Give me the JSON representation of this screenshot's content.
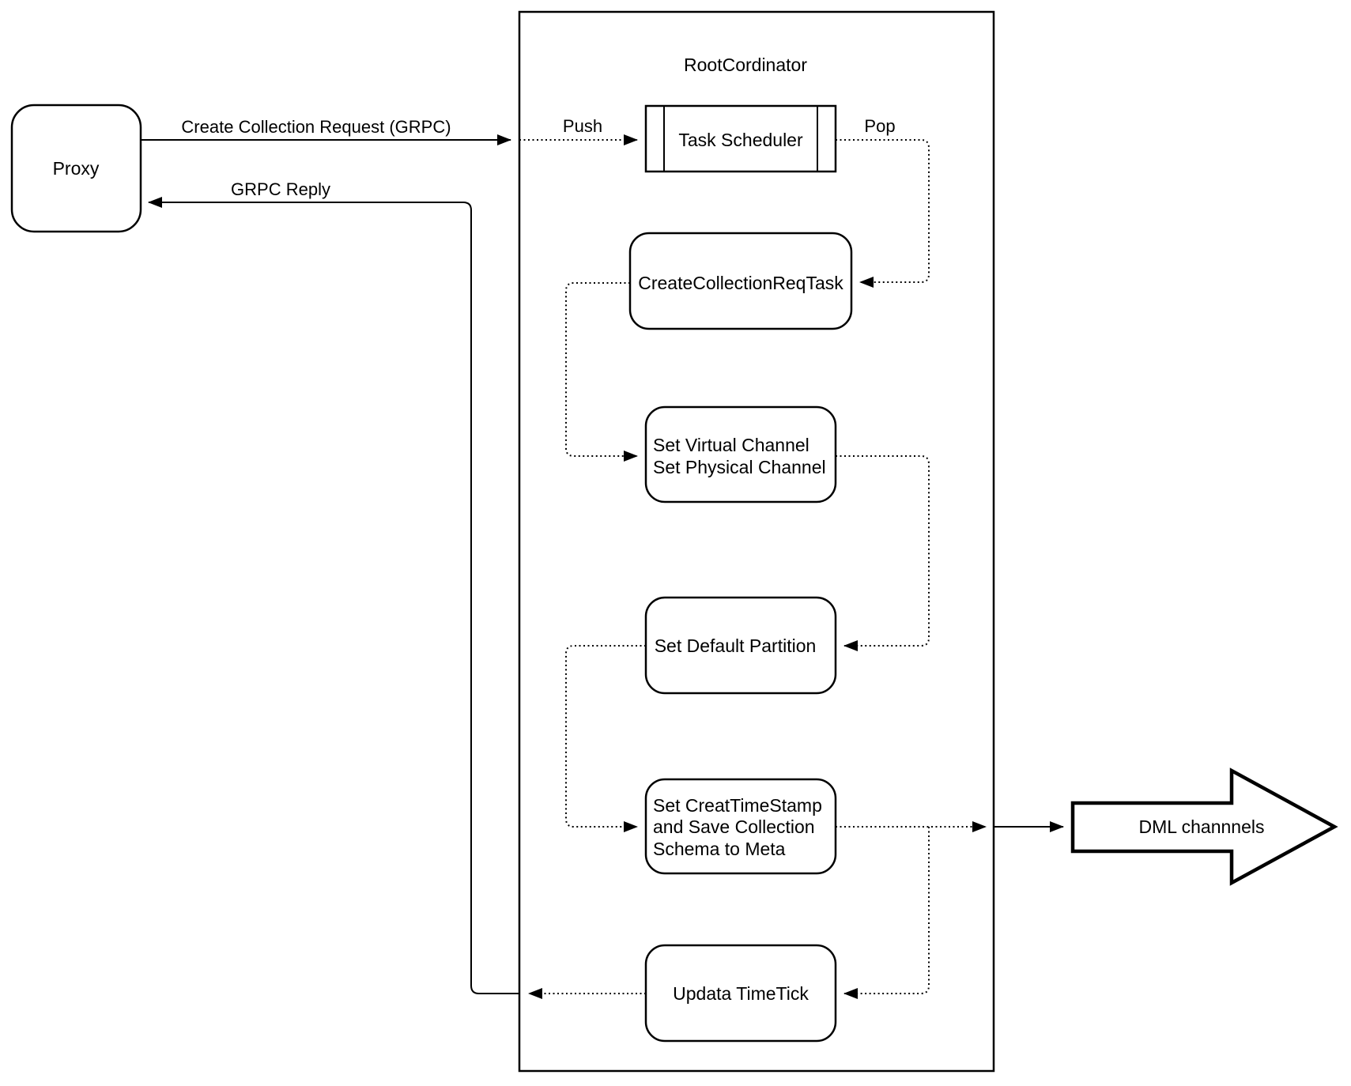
{
  "diagram": {
    "background_color": "#ffffff",
    "line_color": "#000000",
    "proxy": {
      "label": "Proxy"
    },
    "container": {
      "title": "RootCordinator"
    },
    "task_scheduler": {
      "label": "Task Scheduler"
    },
    "create_collection_req_task": {
      "label": "CreateCollectionReqTask"
    },
    "set_channel": {
      "line1": "Set Virtual Channel",
      "line2": "Set Physical Channel"
    },
    "set_default_partition": {
      "label": "Set Default Partition"
    },
    "set_timestamp": {
      "line1": "Set CreatTimeStamp",
      "line2": "and Save Collection",
      "line3": "Schema to Meta"
    },
    "update_timetick": {
      "label": "Updata TimeTick"
    },
    "dml": {
      "label": "DML channnels"
    },
    "edges": {
      "request": "Create Collection Request (GRPC)",
      "reply": "GRPC Reply",
      "push": "Push",
      "pop": "Pop"
    }
  }
}
